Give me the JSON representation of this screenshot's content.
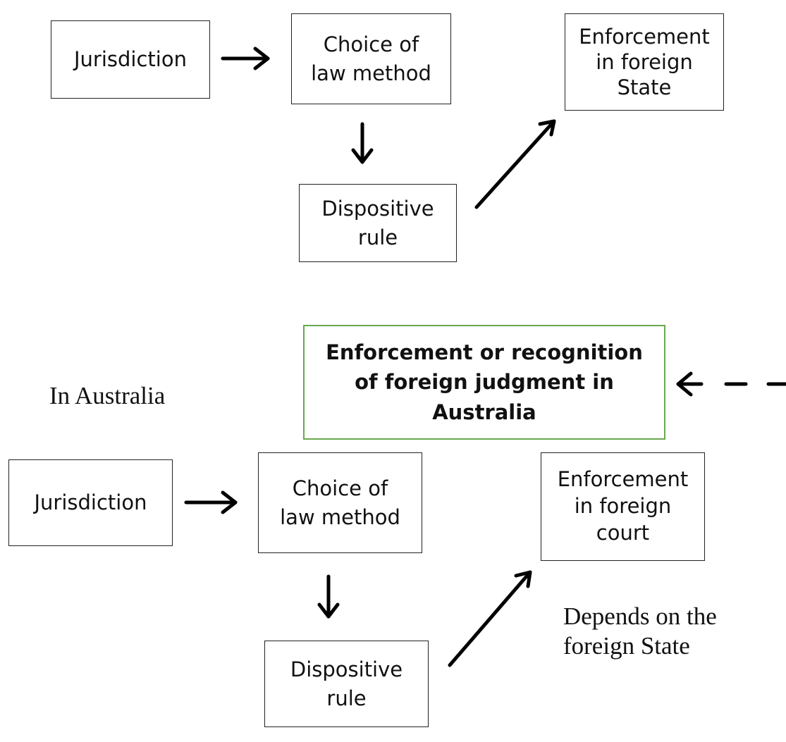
{
  "top_flow": {
    "jurisdiction": "Jurisdiction",
    "choice_of_law": "Choice of\nlaw method",
    "dispositive_rule": "Dispositive\nrule",
    "enforcement": "Enforcement\nin foreign\nState"
  },
  "bottom_flow": {
    "recognition": "Enforcement or recognition\nof foreign judgment in\nAustralia",
    "in_australia": "In Australia",
    "jurisdiction": "Jurisdiction",
    "choice_of_law": "Choice of\nlaw method",
    "dispositive_rule": "Dispositive\nrule",
    "enforcement": "Enforcement\nin foreign\ncourt",
    "depends_note": "Depends on the\nforeign State"
  },
  "colors": {
    "recognition_border": "#6aa84f",
    "box_border": "#222222",
    "arrow": "#000000"
  }
}
